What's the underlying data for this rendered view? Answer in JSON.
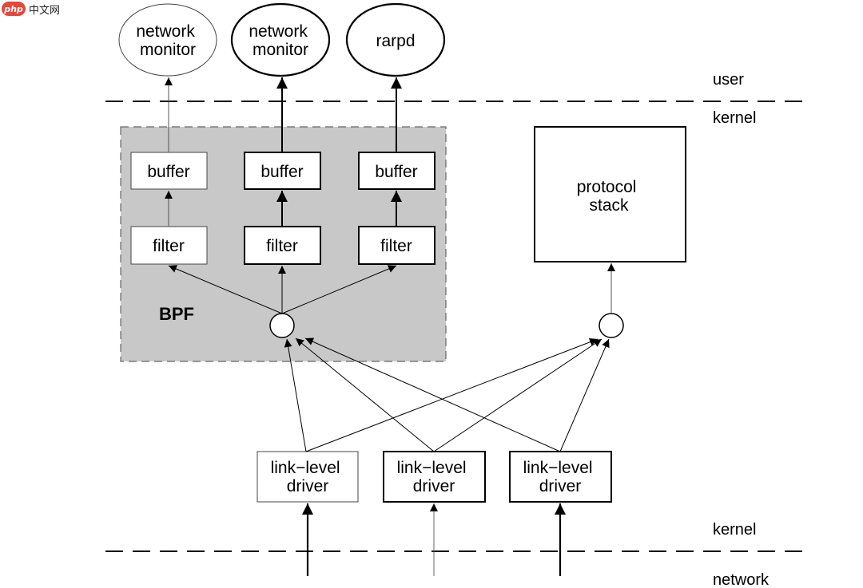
{
  "watermark": {
    "logo": "php",
    "text": "中文网"
  },
  "layers": {
    "user": "user",
    "kernel_top": "kernel",
    "kernel_bottom": "kernel",
    "network": "network"
  },
  "apps": [
    {
      "id": "app1",
      "lines": [
        "network",
        "monitor"
      ],
      "stroke": "thin"
    },
    {
      "id": "app2",
      "lines": [
        "network",
        "monitor"
      ],
      "stroke": "bold"
    },
    {
      "id": "app3",
      "lines": [
        "rarpd"
      ],
      "stroke": "bold"
    }
  ],
  "bpf": {
    "label": "BPF",
    "fill_color": "#c8c8c8",
    "buffers": [
      "buffer",
      "buffer",
      "buffer"
    ],
    "filters": [
      "filter",
      "filter",
      "filter"
    ]
  },
  "protocol_stack": {
    "lines": [
      "protocol",
      "stack"
    ]
  },
  "drivers": [
    {
      "lines": [
        "link−level",
        "driver"
      ],
      "stroke": "thin"
    },
    {
      "lines": [
        "link−level",
        "driver"
      ],
      "stroke": "bold"
    },
    {
      "lines": [
        "link−level",
        "driver"
      ],
      "stroke": "bold"
    }
  ]
}
